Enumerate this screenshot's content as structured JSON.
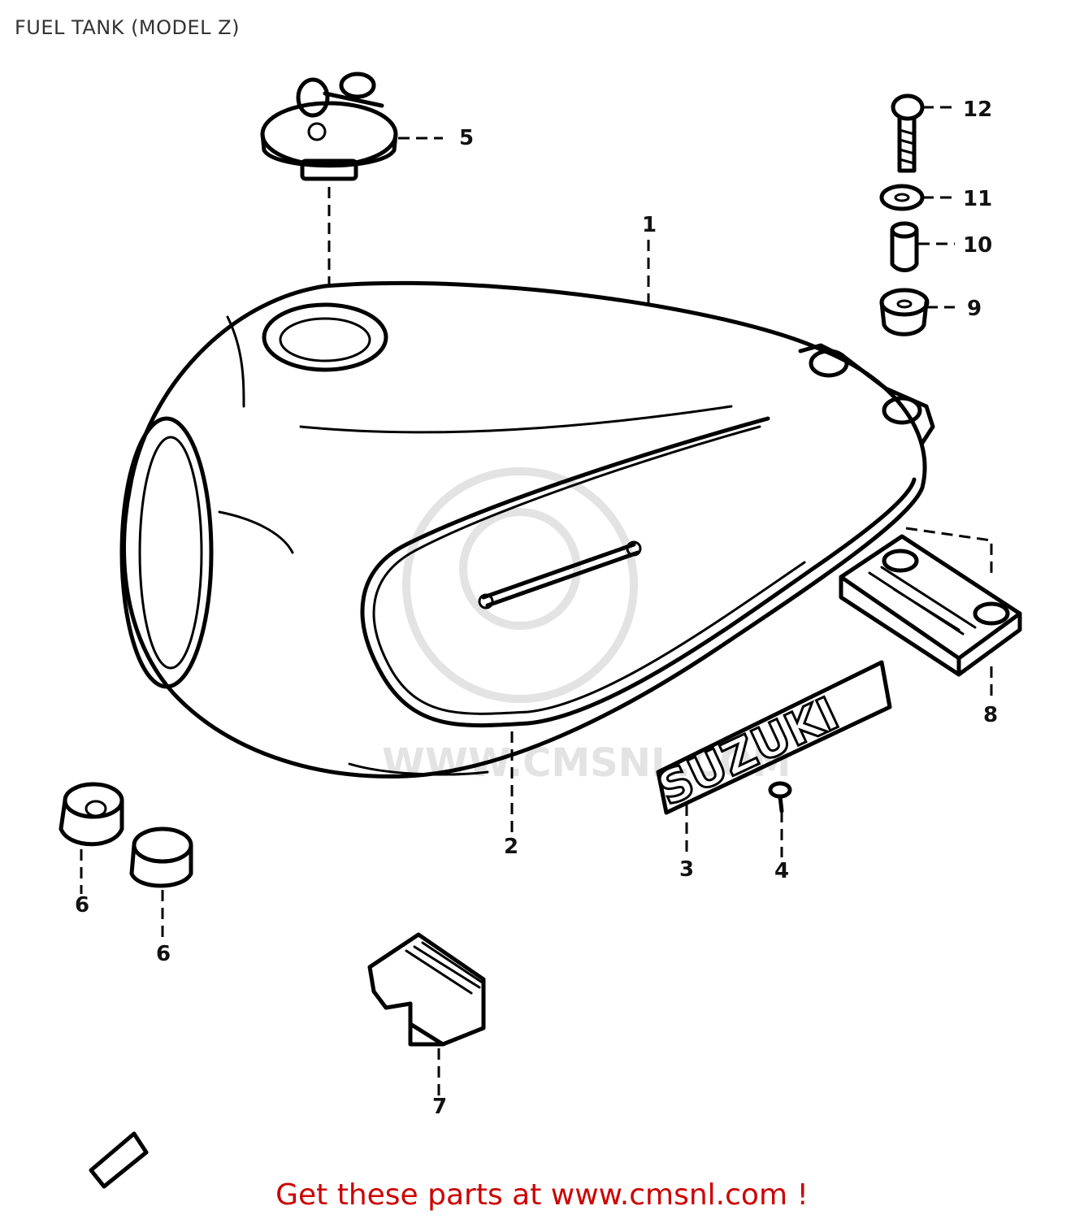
{
  "title": "FUEL TANK (MODEL Z)",
  "watermark": "WWW.CMSNL.COM",
  "emblem_text": "SUZUKI",
  "footer": "Get these parts at www.cmsnl.com !",
  "callouts": {
    "p1": "1",
    "p2": "2",
    "p3": "3",
    "p4": "4",
    "p5": "5",
    "p6a": "6",
    "p6b": "6",
    "p7": "7",
    "p8": "8",
    "p9": "9",
    "p10": "10",
    "p11": "11",
    "p12": "12"
  },
  "colors": {
    "line": "#000000",
    "footer": "#cc0000",
    "watermark": "#e3e3e3"
  }
}
